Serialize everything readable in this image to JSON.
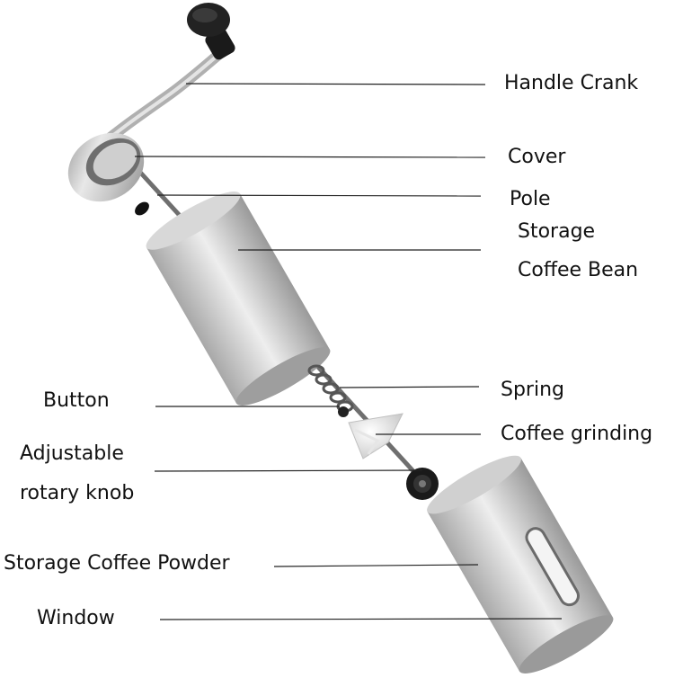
{
  "labels": {
    "handle_crank": "Handle Crank",
    "cover": "Cover",
    "pole": "Pole",
    "storage_coffee_bean_line1": "Storage",
    "storage_coffee_bean_line2": "Coffee Bean",
    "spring": "Spring",
    "button": "Button",
    "coffee_grinding": "Coffee grinding",
    "adjustable_knob_line1": "Adjustable",
    "adjustable_knob_line2": "rotary knob",
    "storage_coffee_powder": "Storage Coffee Powder",
    "window": "Window"
  },
  "colors": {
    "steel_light": "#e6e6e6",
    "steel_mid": "#bdbdbd",
    "steel_dark": "#8a8a8a",
    "knob_black": "#1a1a1a",
    "leader_line": "#222222",
    "text": "#111111"
  }
}
